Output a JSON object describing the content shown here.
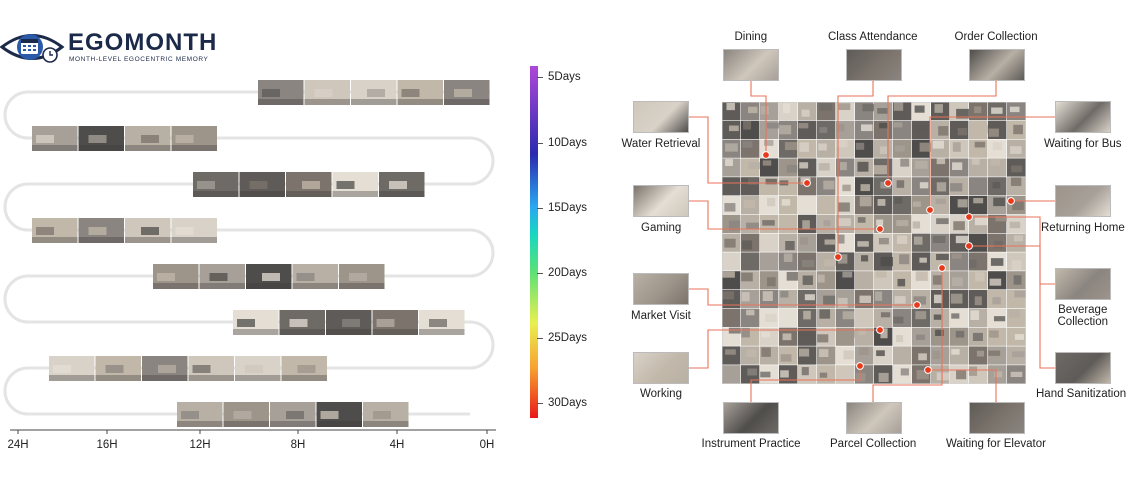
{
  "logo": {
    "title": "EGOMONTH",
    "subtitle": "MONTH-LEVEL EGOCENTRIC MEMORY",
    "icon": "eye-calendar-clock-icon"
  },
  "timeline": {
    "x_axis_labels": [
      "24H",
      "16H",
      "12H",
      "8H",
      "4H",
      "0H"
    ],
    "rows": 8,
    "frames_per_row": [
      5,
      4,
      5,
      4,
      5,
      5,
      6,
      5
    ]
  },
  "colorbar": {
    "labels": [
      "5Days",
      "10Days",
      "15Days",
      "20Days",
      "25Days",
      "30Days"
    ],
    "colors": [
      "#b048d8",
      "#2a2ab0",
      "#2aa8f0",
      "#58e078",
      "#e8f050",
      "#e81818"
    ]
  },
  "scenes": [
    "Dining",
    "Class Attendance",
    "Order Collection",
    "Water Retrieval",
    "Gaming",
    "Market Visit",
    "Working",
    "Waiting for Bus",
    "Returning Home",
    "Beverage Collection",
    "Hand Sanitization",
    "Instrument Practice",
    "Parcel Collection",
    "Waiting for Elevator"
  ],
  "accent": "#e8735a"
}
